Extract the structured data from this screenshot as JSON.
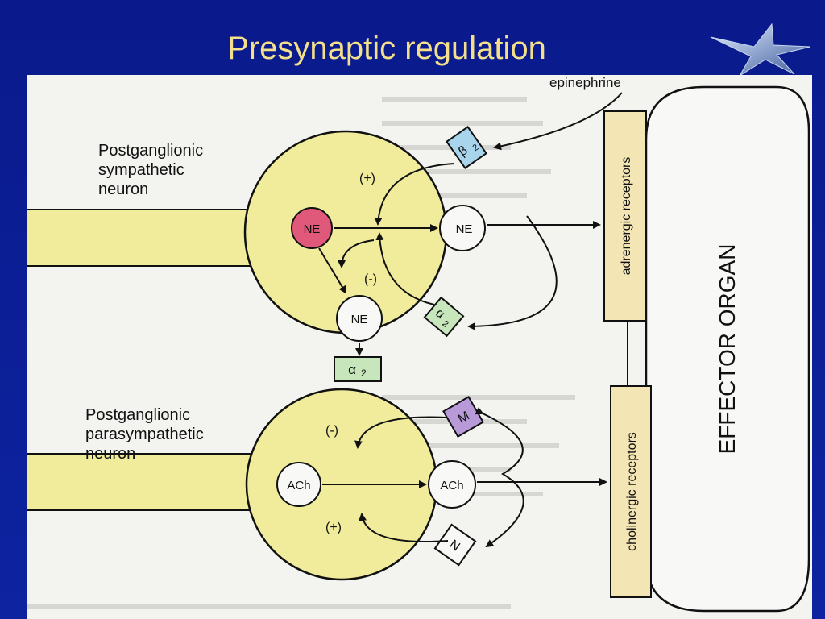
{
  "slide": {
    "title": "Presynaptic regulation"
  },
  "diagram": {
    "sympathetic_label": [
      "Postganglionic",
      "sympathetic",
      "neuron"
    ],
    "parasympathetic_label": [
      "Postganglionic",
      "parasympathetic",
      "neuron"
    ],
    "epinephrine": "epinephrine",
    "ne_vesicle": "NE",
    "ne_released_right": "NE",
    "ne_released_bottom": "NE",
    "ach_vesicle": "ACh",
    "ach_released": "ACh",
    "beta2_receptor": "β",
    "beta2_sub": "2",
    "alpha2_receptor_top": "α",
    "alpha2_sub_top": "2",
    "alpha2_receptor_mid": "α",
    "alpha2_sub_mid": "2",
    "m_receptor": "M",
    "n_receptor": "N",
    "plus_top": "(+)",
    "minus_top": "(-)",
    "minus_bottom": "(-)",
    "plus_bottom": "(+)",
    "adrenergic_receptors": "adrenergic receptors",
    "cholinergic_receptors": "cholinergic receptors",
    "effector_organ": "EFFECTOR ORGAN",
    "colors": {
      "neuron": "#f0ec9c",
      "ne_vesicle": "#e0587a",
      "beta2": "#a8d4ec",
      "alpha2": "#c8e6bc",
      "m_receptor": "#b89ad8",
      "receptor_bar": "#f3e5b4",
      "slide_background": "#0b1f8f",
      "title": "#f4e08a"
    }
  }
}
